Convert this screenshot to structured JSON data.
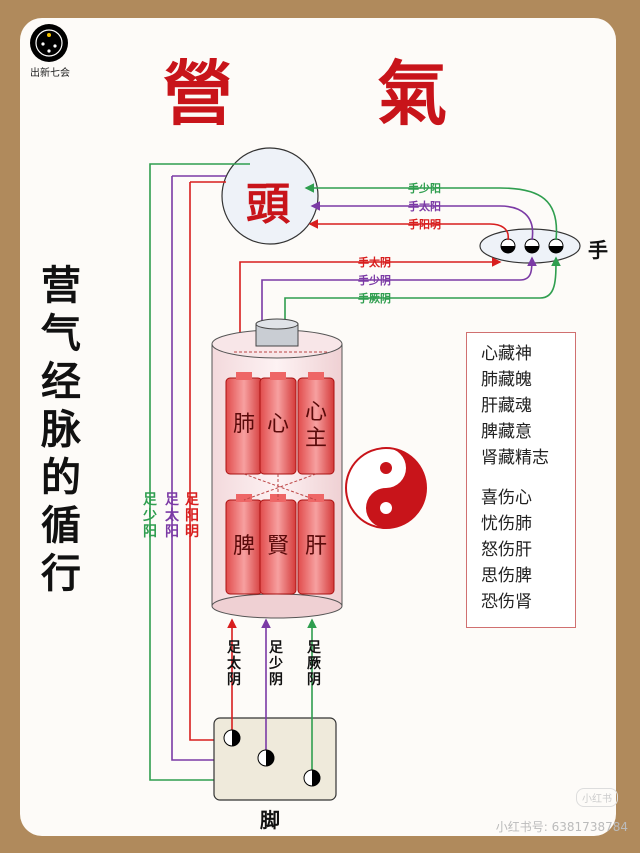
{
  "title": "營 氣",
  "logo": {
    "text": "出新七会"
  },
  "side_title": [
    "营",
    "气",
    "经",
    "脉",
    "的",
    "循",
    "行"
  ],
  "head_label": "頭",
  "hand_label": "手",
  "foot_label": "脚",
  "hand_channels_top": [
    "手少阳",
    "手太阳",
    "手阳明"
  ],
  "hand_channels_bottom": [
    "手太阴",
    "手少阴",
    "手厥阴"
  ],
  "foot_yang": [
    "足少阳",
    "足太阳",
    "足阳明"
  ],
  "foot_yin": [
    "足太阴",
    "足少阴",
    "足厥阴"
  ],
  "organs_top": [
    "肺",
    "心",
    "心主"
  ],
  "organs_bottom": [
    "脾",
    "賢",
    "肝"
  ],
  "info_a": [
    "心藏神",
    "肺藏魄",
    "肝藏魂",
    "脾藏意",
    "肾藏精志"
  ],
  "info_b": [
    "喜伤心",
    "忧伤肺",
    "怒伤肝",
    "思伤脾",
    "恐伤肾"
  ],
  "colors": {
    "red": "#d81e1e",
    "purple": "#7b3aa5",
    "green": "#2f9e4f",
    "accent": "#c8141a"
  },
  "watermark": "小红书号: 6381738784",
  "watermark_badge": "小红书"
}
